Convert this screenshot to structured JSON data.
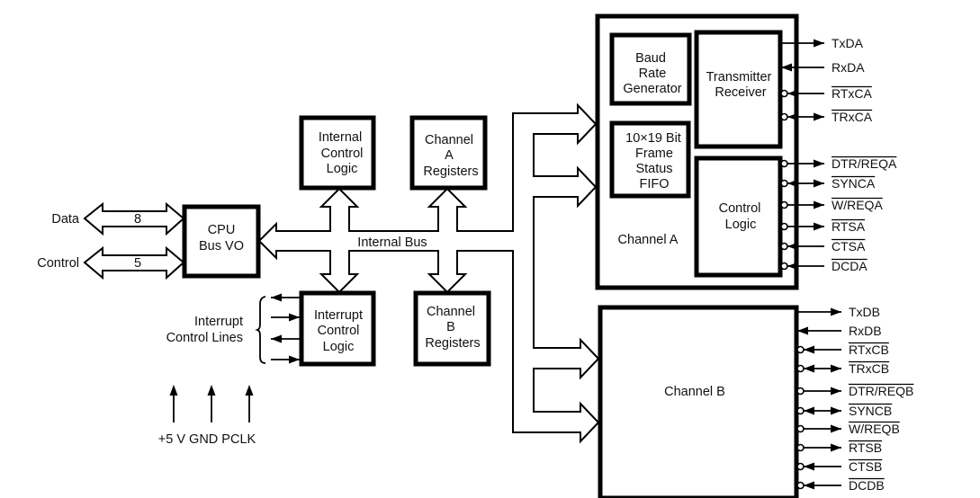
{
  "diagram": {
    "title": "",
    "blocks": {
      "cpu_bus_io": [
        "CPU",
        "Bus VO"
      ],
      "internal_control_logic": [
        "Internal",
        "Control",
        "Logic"
      ],
      "channel_a_registers": [
        "Channel",
        "A",
        "Registers"
      ],
      "interrupt_control_logic": [
        "Interrupt",
        "Control",
        "Logic"
      ],
      "channel_b_registers": [
        "Channel",
        "B",
        "Registers"
      ],
      "baud_rate_generator": [
        "Baud",
        "Rate",
        "Generator"
      ],
      "frame_status_fifo": [
        "10×19 Bit",
        "Frame",
        "Status",
        "FIFO"
      ],
      "transmitter_receiver": [
        "Transmitter",
        "Receiver"
      ],
      "channel_a_control_logic": [
        "Control",
        "Logic"
      ],
      "channel_a": "Channel A",
      "channel_b": "Channel B"
    },
    "buses": {
      "data": {
        "label": "Data",
        "width": "8"
      },
      "control": {
        "label": "Control",
        "width": "5"
      },
      "internal": {
        "label": "Internal Bus"
      }
    },
    "interrupt_lines": {
      "label": [
        "Interrupt",
        "Control Lines"
      ],
      "directions": [
        "out",
        "in",
        "out",
        "in"
      ]
    },
    "power_pins": [
      "+5 V",
      "GND",
      "PCLK"
    ],
    "power_label": "+5 V GND PCLK",
    "channel_a_pins": [
      {
        "name": "TxDA",
        "active_low": false,
        "bubble": false,
        "dir": "out"
      },
      {
        "name": "RxDA",
        "active_low": false,
        "bubble": false,
        "dir": "in"
      },
      {
        "name": "RTxCA",
        "active_low": true,
        "bubble": true,
        "dir": "in"
      },
      {
        "name": "TRxCA",
        "active_low": true,
        "bubble": true,
        "dir": "bidir"
      },
      {
        "name": "DTR/REQA",
        "active_low": true,
        "bubble": true,
        "dir": "out"
      },
      {
        "name": "SYNCA",
        "active_low": true,
        "bubble": true,
        "dir": "bidir"
      },
      {
        "name": "W/REQA",
        "active_low": true,
        "bubble": true,
        "dir": "out"
      },
      {
        "name": "RTSA",
        "active_low": true,
        "bubble": true,
        "dir": "out"
      },
      {
        "name": "CTSA",
        "active_low": true,
        "bubble": true,
        "dir": "in"
      },
      {
        "name": "DCDA",
        "active_low": true,
        "bubble": true,
        "dir": "in"
      }
    ],
    "channel_b_pins": [
      {
        "name": "TxDB",
        "active_low": false,
        "bubble": false,
        "dir": "out"
      },
      {
        "name": "RxDB",
        "active_low": false,
        "bubble": false,
        "dir": "in"
      },
      {
        "name": "RTxCB",
        "active_low": true,
        "bubble": true,
        "dir": "in"
      },
      {
        "name": "TRxCB",
        "active_low": true,
        "bubble": true,
        "dir": "bidir"
      },
      {
        "name": "DTR/REQB",
        "active_low": true,
        "bubble": true,
        "dir": "out"
      },
      {
        "name": "SYNCB",
        "active_low": true,
        "bubble": true,
        "dir": "bidir"
      },
      {
        "name": "W/REQB",
        "active_low": true,
        "bubble": true,
        "dir": "out"
      },
      {
        "name": "RTSB",
        "active_low": true,
        "bubble": true,
        "dir": "out"
      },
      {
        "name": "CTSB",
        "active_low": true,
        "bubble": true,
        "dir": "in"
      },
      {
        "name": "DCDB",
        "active_low": true,
        "bubble": true,
        "dir": "in"
      }
    ]
  }
}
